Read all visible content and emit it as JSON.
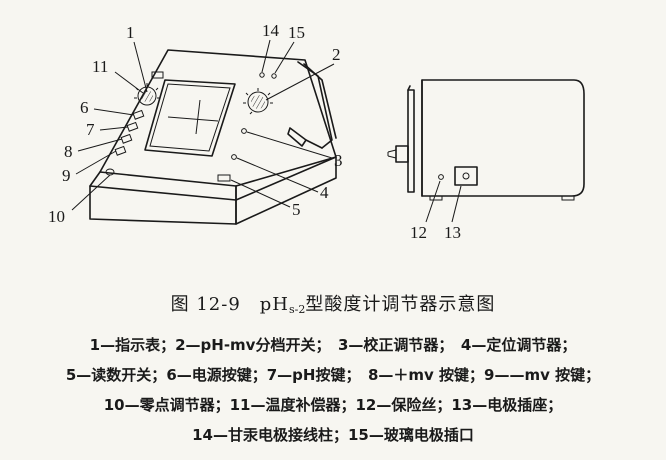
{
  "figure": {
    "number": "图 12-9",
    "title_pre": "pH",
    "title_sub": "s-2",
    "title_post": "型酸度计调节器示意图"
  },
  "callouts": [
    "1",
    "2",
    "3",
    "4",
    "5",
    "6",
    "7",
    "8",
    "9",
    "10",
    "11",
    "12",
    "13",
    "14",
    "15"
  ],
  "legend": {
    "line1": "1—指示表；2—pH-mv分档开关；　3—校正调节器；　4—定位调节器；",
    "line2": "5—读数开关；6—电源按键；7—pH按键；　8—＋mv 按键；9——mv 按键；",
    "line3": "10—零点调节器；11—温度补偿器；12—保险丝；13—电极插座；",
    "line4": "14—甘汞电极接线柱；15—玻璃电极插口"
  }
}
